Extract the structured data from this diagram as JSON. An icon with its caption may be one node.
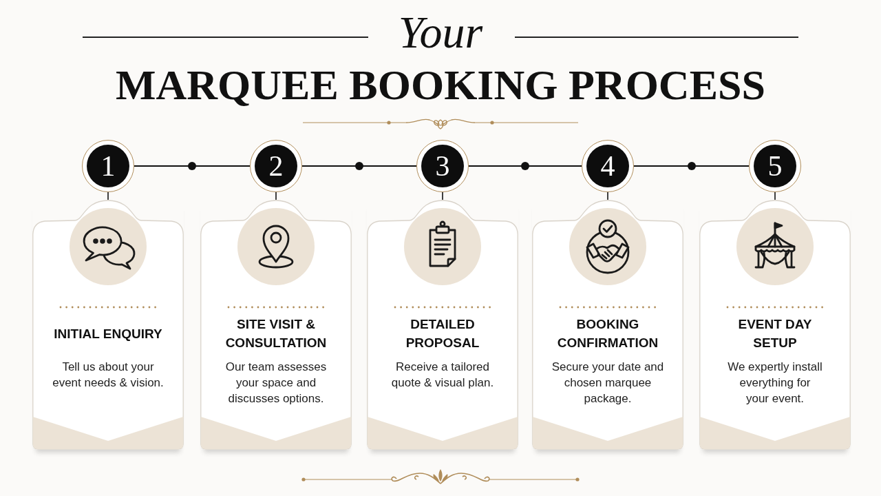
{
  "diagram": {
    "title": "MARQUEE BOOKING PROCESS",
    "nodes": [
      {
        "text": [
          "1"
        ]
      },
      {
        "text": [
          "2"
        ]
      },
      {
        "text": [
          "3"
        ]
      },
      {
        "text": [
          "4"
        ]
      },
      {
        "text": [
          "5"
        ]
      },
      {
        "text": [
          "INITIAL ENQUIRY",
          "Tell us about your event needs & vision."
        ]
      },
      {
        "text": [
          "SITE VISIT & CONSULTATION",
          "Our team assesses your space and discusses options."
        ]
      },
      {
        "text": [
          "DETAILED PROPOSAL",
          "Receive a tailored quote & visual plan."
        ]
      },
      {
        "text": [
          "BOOKING CONFIRMATION",
          "Secure your date and chosen marquee package."
        ]
      },
      {
        "text": [
          "EVENT DAY SETUP",
          "We expertly install everything for your event."
        ]
      }
    ],
    "edges": [
      {
        "from": 0,
        "to": 1,
        "arrow": "none"
      },
      {
        "from": 1,
        "to": 2,
        "arrow": "none"
      },
      {
        "from": 2,
        "to": 3,
        "arrow": "none"
      },
      {
        "from": 3,
        "to": 4,
        "arrow": "none"
      },
      {
        "from": 0,
        "to": 5,
        "arrow": "none"
      },
      {
        "from": 1,
        "to": 6,
        "arrow": "none"
      },
      {
        "from": 2,
        "to": 7,
        "arrow": "none"
      },
      {
        "from": 3,
        "to": 8,
        "arrow": "none"
      },
      {
        "from": 4,
        "to": 9,
        "arrow": "none"
      }
    ],
    "labels": [
      "Your"
    ]
  }
}
